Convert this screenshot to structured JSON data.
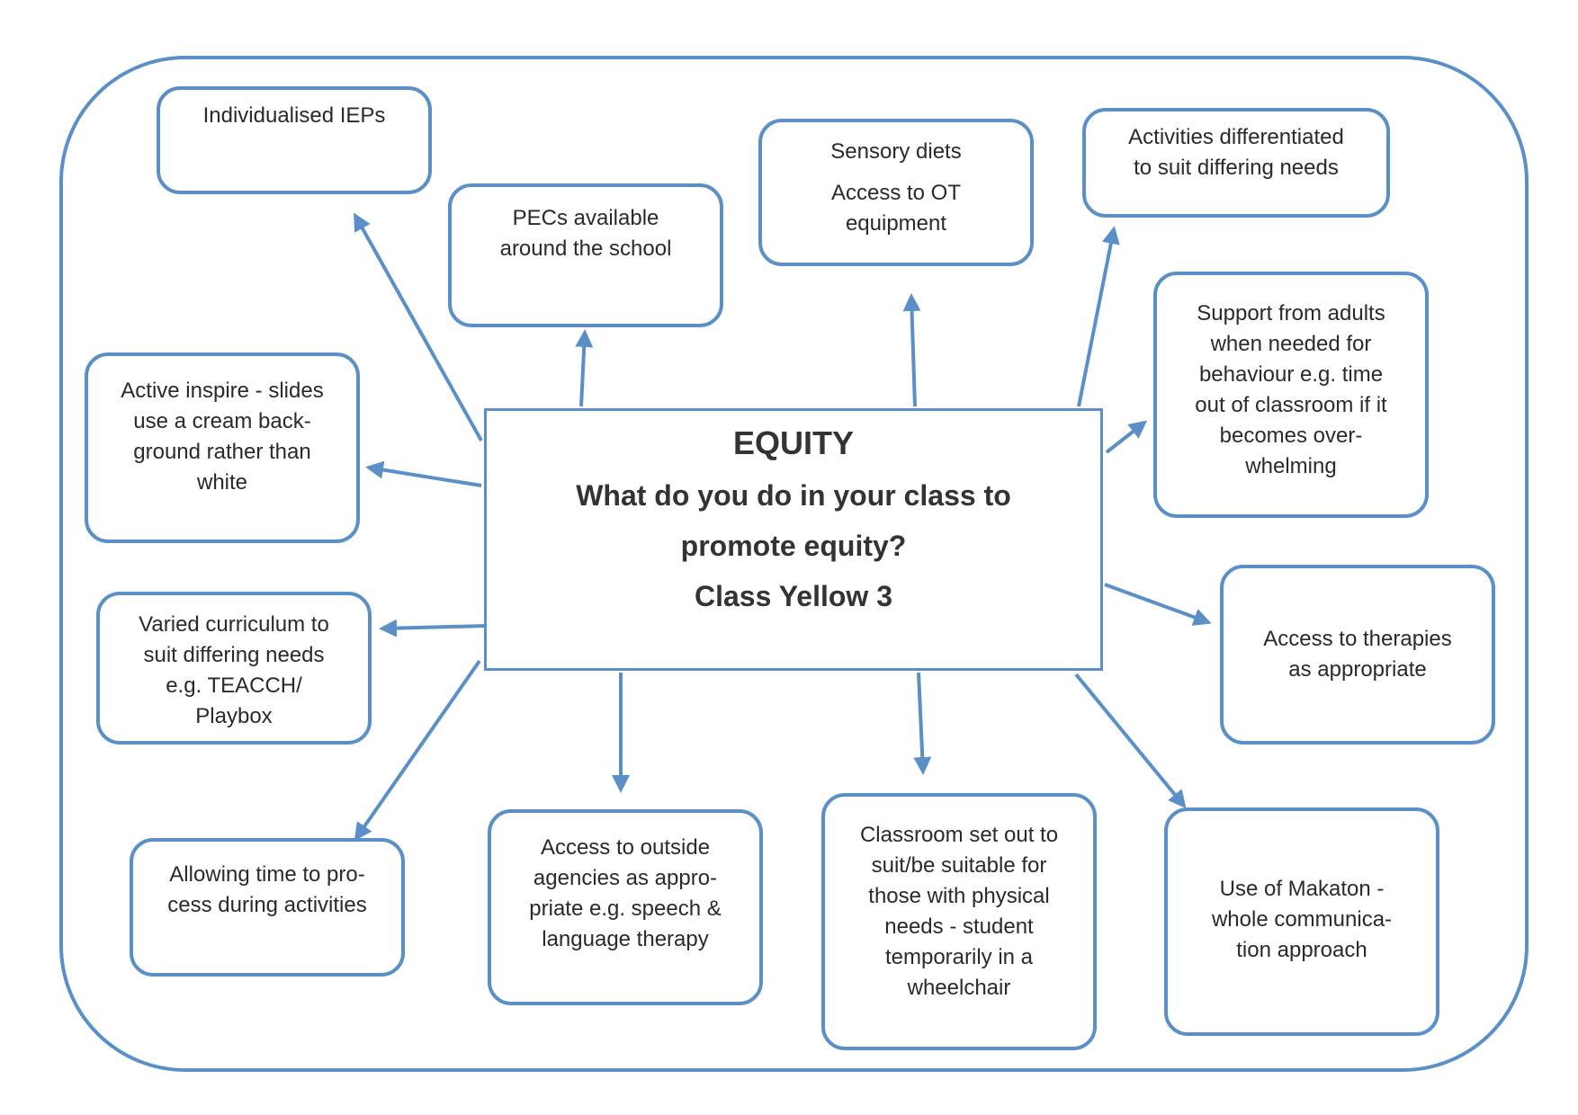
{
  "center": {
    "title": "EQUITY",
    "question_line1": "What do you do in your class to",
    "question_line2": "promote equity?",
    "class_name": "Class Yellow 3"
  },
  "boxes": {
    "ieps": [
      "Individualised IEPs"
    ],
    "pecs": [
      "PECs available",
      "around the school"
    ],
    "sensory": [
      "Sensory diets"
    ],
    "sensory_ot": [
      "Access to OT",
      "equipment"
    ],
    "differentiated": [
      "Activities differentiated",
      "to suit differing needs"
    ],
    "support": [
      "Support from adults",
      "when needed for",
      "behaviour e.g. time",
      "out of classroom if it",
      "becomes over-",
      "whelming"
    ],
    "active_inspire": [
      "Active inspire - slides",
      "use a cream back-",
      "ground rather than",
      "white"
    ],
    "curriculum": [
      "Varied curriculum to",
      "suit differing needs",
      "e.g. TEACCH/",
      "Playbox"
    ],
    "therapies": [
      "Access to therapies",
      "as appropriate"
    ],
    "process_time": [
      "Allowing time to pro-",
      "cess during activities"
    ],
    "agencies": [
      "Access to outside",
      "agencies as appro-",
      "priate e.g. speech &",
      "language therapy"
    ],
    "classroom": [
      "Classroom set out to",
      "suit/be suitable for",
      "those with physical",
      "needs - student",
      "temporarily in a",
      "wheelchair"
    ],
    "makaton": [
      "Use of Makaton -",
      "whole communica-",
      "tion approach"
    ]
  },
  "colors": {
    "stroke": "#5a8fc7",
    "text": "#2a2a2a"
  }
}
